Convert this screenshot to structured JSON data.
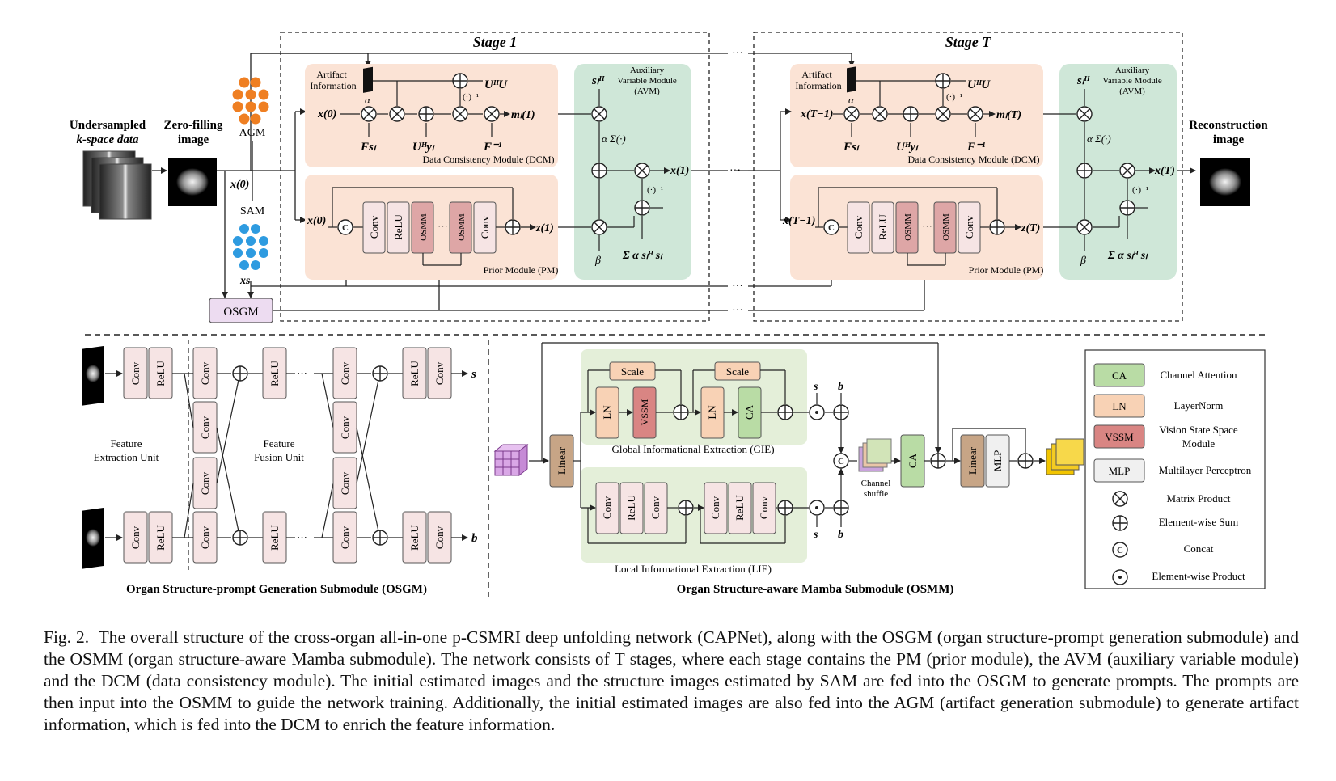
{
  "figure": {
    "stage1_title": "Stage 1",
    "stageT_title": "Stage T",
    "input_title_line1": "Undersampled",
    "input_title_line2": "k-space data",
    "zerofill_title_line1": "Zero-filling",
    "zerofill_title_line2": "image",
    "recon_title_line1": "Reconstruction",
    "recon_title_line2": "image",
    "agm": "AGM",
    "sam": "SAM",
    "osgm": "OSGM",
    "x0": "x(0)",
    "xs": "xs",
    "dots": "···",
    "dcm": {
      "artifact_line1": "Artifact",
      "artifact_line2": "Information",
      "alpha": "α",
      "x_in": "x(0)",
      "x_in_T": "x(T−1)",
      "uhu": "UᴴU",
      "inv": "(·)⁻¹",
      "fs": "Fsₗ",
      "uhy": "Uᴴyₗ",
      "finv": "F⁻¹",
      "m_out": "mₗ(1)",
      "m_out_T": "mₗ(T)",
      "title": "Data Consistency Module (DCM)"
    },
    "pm": {
      "x_in": "x(0)",
      "x_in_T": "x(T−1)",
      "concat": "C",
      "conv": "Conv",
      "relu": "ReLU",
      "osmm": "OSMM",
      "z_out": "z(1)",
      "z_out_T": "z(T)",
      "title": "Prior Module (PM)"
    },
    "avm": {
      "title_line1": "Auxiliary",
      "title_line2": "Variable Module",
      "title_line3": "(AVM)",
      "sh": "sₗᴴ",
      "asum": "α Σ(·)",
      "inv": "(·)⁻¹",
      "beta": "β",
      "sum_ass": "Σ α sₗᴴ sₗ",
      "x_out": "x(1)",
      "x_out_T": "x(T)"
    },
    "osgm_panel": {
      "conv": "Conv",
      "relu": "ReLU",
      "feu_line1": "Feature",
      "feu_line2": "Extraction Unit",
      "ffu_line1": "Feature",
      "ffu_line2": "Fusion Unit",
      "s": "s",
      "b": "b",
      "title": "Organ Structure-prompt Generation Submodule (OSGM)"
    },
    "osmm_panel": {
      "linear": "Linear",
      "scale": "Scale",
      "ln": "LN",
      "vssm": "VSSM",
      "ca": "CA",
      "conv": "Conv",
      "relu": "ReLU",
      "mlp": "MLP",
      "gie": "Global Informational Extraction (GIE)",
      "lie": "Local Informational Extraction (LIE)",
      "shuffle_line1": "Channel",
      "shuffle_line2": "shuffle",
      "s": "s",
      "b": "b",
      "title": "Organ Structure-aware Mamba Submodule (OSMM)"
    },
    "legend": [
      {
        "key": "CA",
        "label": "Channel Attention"
      },
      {
        "key": "LN",
        "label": "LayerNorm"
      },
      {
        "key": "VSSM",
        "label_line1": "Vision State Space",
        "label_line2": "Module"
      },
      {
        "key": "MLP",
        "label": "Multilayer Perceptron"
      },
      {
        "key": "⊗",
        "label": "Matrix Product"
      },
      {
        "key": "⊕",
        "label": "Element-wise Sum"
      },
      {
        "key": "C",
        "label": "Concat"
      },
      {
        "key": "⊙",
        "label": "Element-wise Product"
      }
    ],
    "colors": {
      "dcm_bg": "#fbe3d5",
      "pm_bg": "#fbe3d5",
      "avm_bg": "#cfe7d8",
      "gie_bg": "#e4efd9",
      "osgm_box": "#eddcf1",
      "conv_box": "#f6e4e4",
      "osmm_box": "#dea6a6",
      "ln_box": "#f8d2b5",
      "vssm_box": "#d98583",
      "ca_box": "#b9dca5",
      "linear_box": "#c7a586",
      "mlp_box": "#f0f0f0",
      "agm_icon": "#ef7f22",
      "sam_icon": "#2e9be0"
    }
  },
  "caption": {
    "label": "Fig. 2.",
    "text": "The overall structure of the cross-organ all-in-one p-CSMRI deep unfolding network (CAPNet), along with the OSGM (organ structure-prompt generation submodule) and the OSMM (organ structure-aware Mamba submodule). The network consists of T stages, where each stage contains the PM (prior module), the AVM (auxiliary variable module) and the DCM (data consistency module). The initial estimated images and the structure images estimated by SAM are fed into the OSGM to generate prompts. The prompts are then input into the OSMM to guide the network training. Additionally, the initial estimated images are also fed into the AGM (artifact generation submodule) to generate artifact information, which is fed into the DCM to enrich the feature information."
  }
}
